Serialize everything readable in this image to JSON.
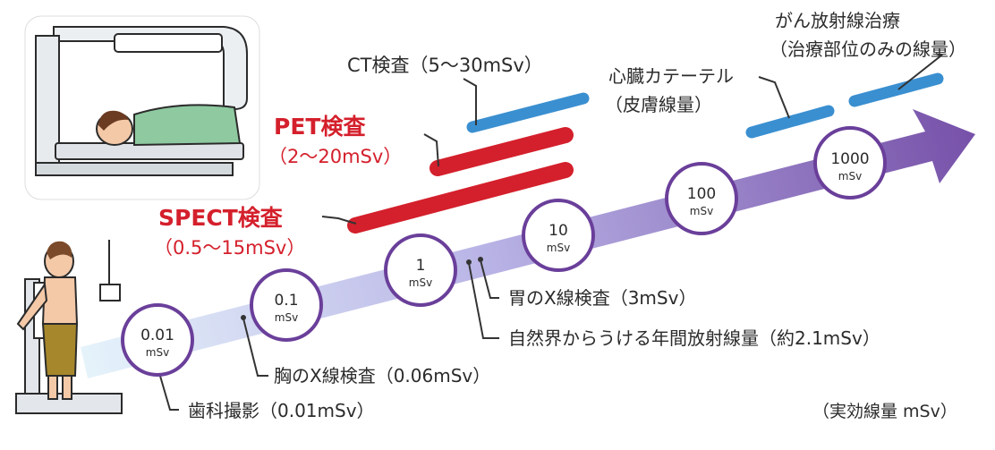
{
  "colors": {
    "arrow_start": "#e6f4fb",
    "arrow_end": "#7650a8",
    "circle_stroke": "#6a3f9a",
    "pet_spect_bar": "#d4202c",
    "blue_bar": "#3a8fd0",
    "leader": "#333333"
  },
  "icons": {
    "pet_scanner": "pet-scanner-illustration",
    "xray_patient": "xray-patient-illustration"
  },
  "scale_circles": [
    {
      "value": "0.01",
      "unit": "mSv"
    },
    {
      "value": "0.1",
      "unit": "mSv"
    },
    {
      "value": "1",
      "unit": "mSv"
    },
    {
      "value": "10",
      "unit": "mSv"
    },
    {
      "value": "100",
      "unit": "mSv"
    },
    {
      "value": "1000",
      "unit": "mSv"
    }
  ],
  "labels": {
    "ct": "CT検査（5～30mSv）",
    "pet_title": "PET検査",
    "pet_range": "（2～20mSv）",
    "spect_title": "SPECT検査",
    "spect_range": "（0.5～15mSv）",
    "cardiac_line1": "心臓カテーテル",
    "cardiac_line2": "（皮膚線量）",
    "cancer_line1": "がん放射線治療",
    "cancer_line2": "（治療部位のみの線量）",
    "stomach": "胃のX線検査（3mSv）",
    "natural": "自然界からうける年間放射線量（約2.1mSv）",
    "chest": "胸のX線検査（0.06mSv）",
    "dental": "歯科撮影（0.01mSv）",
    "unit_note": "（実効線量 mSv）"
  }
}
